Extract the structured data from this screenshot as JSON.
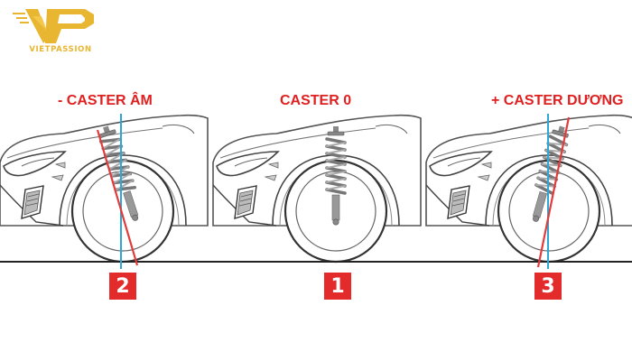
{
  "brand": {
    "name": "VIETPASSION",
    "color": "#e8b630"
  },
  "panels": [
    {
      "label": "- CASTER ÂM",
      "number": "2",
      "type": "negative"
    },
    {
      "label": "CASTER 0",
      "number": "1",
      "type": "zero"
    },
    {
      "label": "+ CASTER DƯƠNG",
      "number": "3",
      "type": "positive"
    }
  ],
  "colors": {
    "label_red": "#e02020",
    "badge_red": "#e32b2b",
    "steering_axis_red": "#e23b3b",
    "vertical_reference_blue": "#2ba8d8"
  }
}
